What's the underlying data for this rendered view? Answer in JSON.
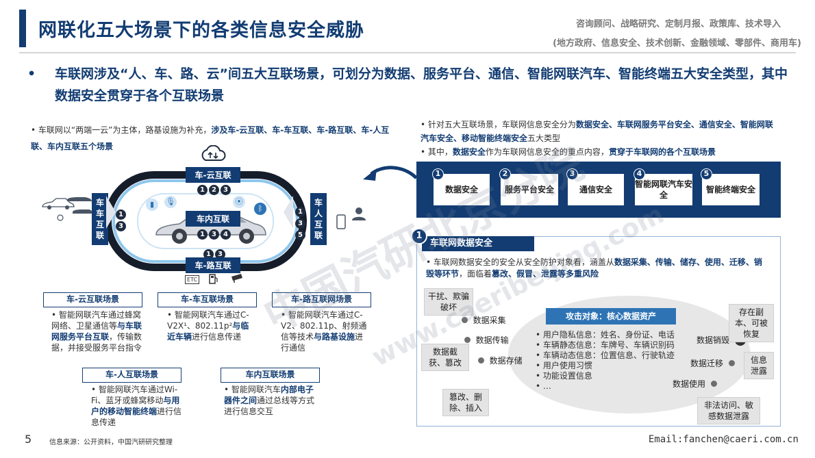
{
  "header": {
    "title": "网联化五大场景下的各类信息安全威胁",
    "subtitle_line1": "咨询顾问、战略研究、定制月报、政策库、技术导入",
    "subtitle_line2": "(地方政府、信息安全、技术创新、金融领域、零部件、商用车)"
  },
  "main_bullet": {
    "dot": "•",
    "text": "车联网涉及“人、车、路、云”间五大互联场景，可划分为数据、服务平台、通信、智能网联汽车、智能终端五大安全类型，其中数据安全贯穿于各个互联场景"
  },
  "left_note": {
    "prefix": "• 车联网以“两端一云”为主体，路基设施为补充，",
    "bold": "涉及车-云互联、车-车互联、车-路互联、车-人互联、车内互联五个场景"
  },
  "right_note": {
    "line1_prefix": "• 针对五大互联场景，车联网信息安全分为",
    "line1_bold": "数据安全、车联网服务平台安全、通信安全、智能网联汽车安全、移动智能终端安全",
    "line1_suffix": "五大类型",
    "line2_prefix": "• 其中，",
    "line2_bold1": "数据安全",
    "line2_mid": "作为车联网信息安全的重点内容，",
    "line2_bold2": "贯穿于车联网的各个互联场景"
  },
  "diagram": {
    "cloud_tag": "车-云互联",
    "cloud_nums": [
      "1",
      "2",
      "3"
    ],
    "car_tag": "车内互联",
    "car_nums": [
      "1",
      "3",
      "4"
    ],
    "road_tag": "车-路互联",
    "road_nums": [
      "1",
      "3"
    ],
    "v2v_tag": "车\n车\n互\n联",
    "v2v_nums": [
      "1",
      "3"
    ],
    "v2p_tag": "车\n人\n互\n联",
    "v2p_nums": [
      "1",
      "3",
      "5"
    ],
    "etc_label": "ETC"
  },
  "scenes": [
    {
      "title": "车-云互联场景",
      "pre": "• 智能网联汽车通过蜂窝网络、卫星通信等",
      "bold": "与车联网服务平台互联",
      "post": "，传输数据，并接受服务平台指令"
    },
    {
      "title": "车-车互联场景",
      "pre": "• 智能网联汽车通过C-V2X¹、802.11p²",
      "bold": "与临近车辆",
      "post": "进行信息传递"
    },
    {
      "title": "车-路互联网场景",
      "pre": "• 智能网联汽车通过C-V2、802.11p、射频通信等技术",
      "bold": "与路基设施",
      "post": "进行通信"
    },
    {
      "title": "车-人互联场景",
      "pre": "• 智能网联汽车通过Wi-Fi、蓝牙或蜂窝移动",
      "bold": "与用户的移动智能终端",
      "post": "进行信息传递"
    },
    {
      "title": "车内互联场景",
      "pre": "• 智能网联汽车",
      "bold": "内部电子器件之间",
      "post": "通过总线等方式进行信息交互"
    }
  ],
  "categories": [
    {
      "num": "1",
      "label": "数据安全"
    },
    {
      "num": "2",
      "label": "服务平台安全"
    },
    {
      "num": "3",
      "label": "通信安全"
    },
    {
      "num": "4",
      "label": "智能网联汽车安全"
    },
    {
      "num": "5",
      "label": "智能终端安全"
    }
  ],
  "data_security": {
    "num": "1",
    "title": "车联网数据安全",
    "desc_pre": "• 车联网数据安全的安全从安全防护对象看，涵盖从",
    "desc_bold1": "数据采集、传输、储存、使用、迁移、销毁等环节",
    "desc_mid": "，面临着",
    "desc_bold2": "篡改、假冒、泄露等多重风险",
    "core_tag": "攻击对象：核心数据资产",
    "core_items": [
      "• 用户隐私信息：姓名、身份证、电话",
      "• 车辆静态信息：车牌号、车辆识别码",
      "• 车辆动态信息：位置信息、行驶轨迹",
      "• 用户使用习惯",
      "• 功能设置信息",
      "• …"
    ],
    "stages": [
      "数据采集",
      "数据传输",
      "数据存储",
      "数据销毁",
      "数据迁移",
      "数据使用"
    ],
    "risks": [
      "干扰、欺骗破坏",
      "数据截获、篡改",
      "篡改、删除、插入",
      "存在副本、可被恢复",
      "信息泄露",
      "非法访问、敏感数据泄露"
    ]
  },
  "footer": {
    "page": "5",
    "source": "信息来源：公开资料，中国汽研研究整理",
    "email": "Email:fanchen@caeri.com.cn"
  },
  "watermark": {
    "line1": "中国汽研北京分院",
    "line2": "www.caeribeijing.com"
  },
  "colors": {
    "brand": "#123c72",
    "accent": "#2e74b5",
    "track": "#161d2a"
  },
  "icons": [
    "cloud-sync-icon",
    "car-icon",
    "microphone-icon",
    "wifi-signal-icon",
    "bluetooth-icon",
    "phone-icon",
    "user-icon",
    "etc-gantry-icon",
    "fuel-station-icon",
    "camera-icon",
    "curved-arrow-icon"
  ]
}
